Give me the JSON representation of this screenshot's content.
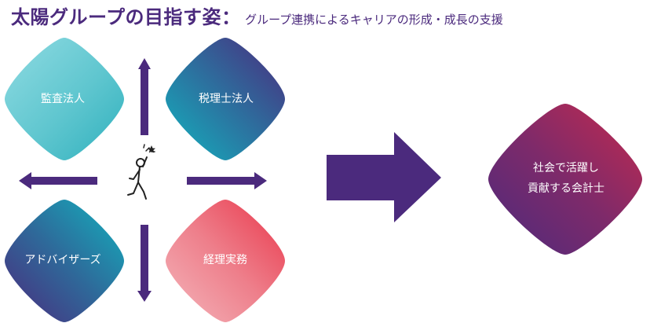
{
  "header": {
    "title": "太陽グループの目指す姿",
    "separator": "：",
    "subtitle": "グループ連携によるキャリアの形成・成長の支援"
  },
  "nodes": {
    "audit": {
      "label": "監査法人"
    },
    "tax": {
      "label": "税理士法人"
    },
    "advisory": {
      "label": "アドバイザーズ"
    },
    "accounting": {
      "label": "経理実務"
    }
  },
  "goal": {
    "line1": "社会で活躍し",
    "line2": "貢献する会計士"
  },
  "center_icon": "person-reaching-star-icon",
  "colors": {
    "title": "#4b2a7d",
    "arrow": "#4b2a7d",
    "teal_light": "#7fd3dc",
    "teal": "#2bb3c0",
    "purple": "#4a2a7d",
    "pink": "#e8414f",
    "pink_light": "#f3a9b0",
    "crimson": "#b0254f"
  }
}
